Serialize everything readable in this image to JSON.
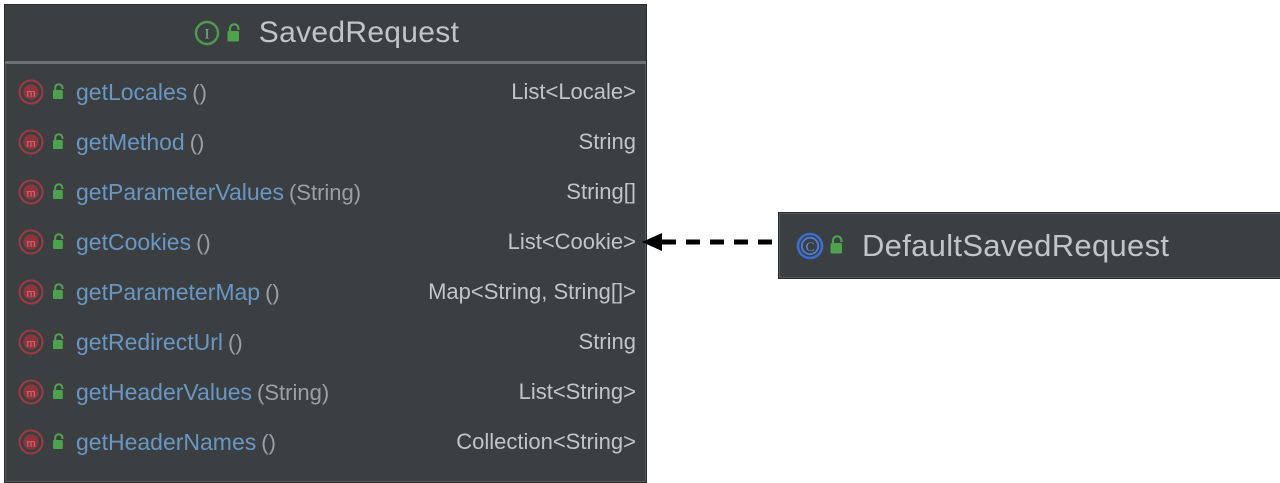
{
  "diagram": {
    "type": "uml-class-diagram",
    "background_color": "#ffffff",
    "box_color": "#3c3f41"
  },
  "interface": {
    "name": "SavedRequest",
    "stereotype_icon": "interface-icon",
    "visibility_icon": "public-lock-icon",
    "title_color": "#bfc5c8",
    "methods": [
      {
        "icon": "method-icon",
        "visibility_icon": "public-lock-icon",
        "name": "getLocales",
        "params": "()",
        "return_type": "List<Locale>"
      },
      {
        "icon": "method-icon",
        "visibility_icon": "public-lock-icon",
        "name": "getMethod",
        "params": "()",
        "return_type": "String"
      },
      {
        "icon": "method-icon",
        "visibility_icon": "public-lock-icon",
        "name": "getParameterValues",
        "params": "(String)",
        "return_type": "String[]"
      },
      {
        "icon": "method-icon",
        "visibility_icon": "public-lock-icon",
        "name": "getCookies",
        "params": "()",
        "return_type": "List<Cookie>"
      },
      {
        "icon": "method-icon",
        "visibility_icon": "public-lock-icon",
        "name": "getParameterMap",
        "params": "()",
        "return_type": "Map<String, String[]>"
      },
      {
        "icon": "method-icon",
        "visibility_icon": "public-lock-icon",
        "name": "getRedirectUrl",
        "params": "()",
        "return_type": "String"
      },
      {
        "icon": "method-icon",
        "visibility_icon": "public-lock-icon",
        "name": "getHeaderValues",
        "params": "(String)",
        "return_type": "List<String>"
      },
      {
        "icon": "method-icon",
        "visibility_icon": "public-lock-icon",
        "name": "getHeaderNames",
        "params": "()",
        "return_type": "Collection<String>"
      }
    ]
  },
  "implementation": {
    "name": "DefaultSavedRequest",
    "stereotype_icon": "class-icon",
    "visibility_icon": "public-lock-icon",
    "title_color": "#bfc5c8"
  },
  "relationship": {
    "kind": "realization",
    "style": "dashed",
    "arrowhead": "solid-triangle",
    "direction": "left",
    "color": "#000000",
    "from": "DefaultSavedRequest",
    "to": "SavedRequest"
  },
  "colors": {
    "interface_icon": "#4f9a52",
    "class_icon": "#3b6ecd",
    "method_icon": "#9c3b42",
    "lock_icon": "#50a050",
    "method_name": "#6897c4",
    "param_text": "#9aa0a3",
    "return_text": "#c0c5c8"
  }
}
